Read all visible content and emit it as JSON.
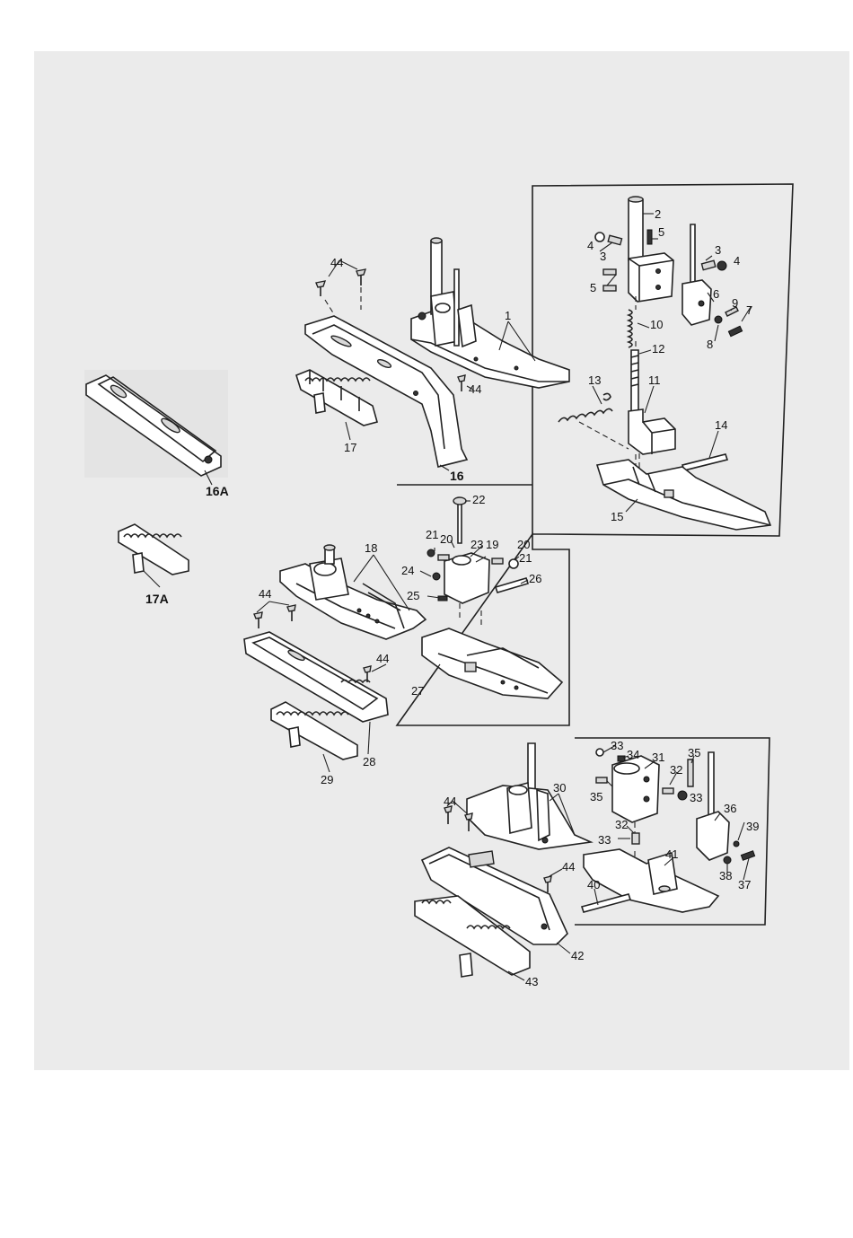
{
  "callouts": {
    "c1": "1",
    "c2": "2",
    "c3a": "3",
    "c3b": "3",
    "c4a": "4",
    "c4b": "4",
    "c5a": "5",
    "c5b": "5",
    "c6": "6",
    "c7": "7",
    "c8": "8",
    "c9": "9",
    "c10": "10",
    "c11": "11",
    "c12": "12",
    "c13": "13",
    "c14": "14",
    "c15": "15",
    "c16": "16",
    "c16A": "16A",
    "c17": "17",
    "c17A": "17A",
    "c18": "18",
    "c19": "19",
    "c20a": "20",
    "c20b": "20",
    "c21a": "21",
    "c21b": "21",
    "c22": "22",
    "c23": "23",
    "c24": "24",
    "c25": "25",
    "c26": "26",
    "c27": "27",
    "c28": "28",
    "c29": "29",
    "c30": "30",
    "c31": "31",
    "c32a": "32",
    "c32b": "32",
    "c33a": "33",
    "c33b": "33",
    "c33c": "33",
    "c34": "34",
    "c35a": "35",
    "c35b": "35",
    "c36": "36",
    "c37": "37",
    "c38": "38",
    "c39": "39",
    "c40": "40",
    "c41": "41",
    "c42": "42",
    "c43": "43",
    "c44a": "44",
    "c44b": "44",
    "c44c": "44",
    "c44d": "44",
    "c44e": "44",
    "c44f": "44"
  }
}
